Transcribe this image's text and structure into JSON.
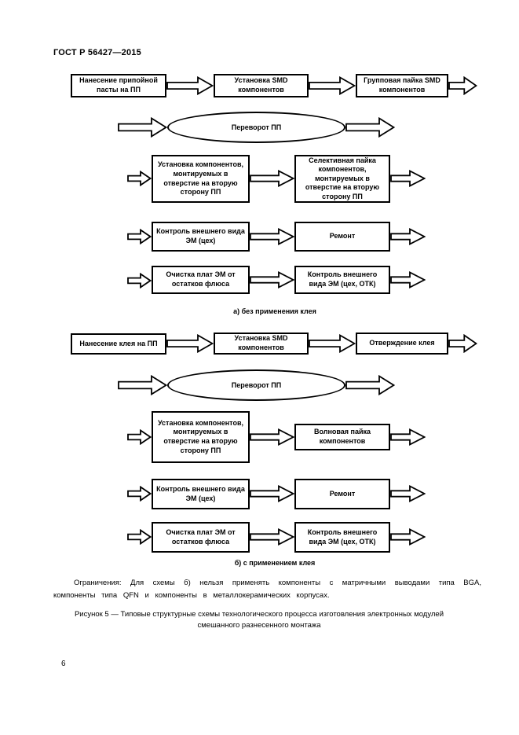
{
  "page": {
    "header": "ГОСТ Р 56427—2015",
    "page_number": "6"
  },
  "scheme_a": {
    "steps": {
      "solder_paste": "Нанесение припойной пасты на ПП",
      "smd_install": "Установка SMD компонентов",
      "group_solder": "Групповая пайка SMD компонентов",
      "flip": "Переворот ПП",
      "tht_install": "Установка компонентов, монтируемых в отверстие на вторую сторону ПП",
      "selective_solder": "Селективная пайка компонентов, монтируемых в отверстие на вторую сторону ПП",
      "inspect_shop": "Контроль внешнего вида ЭМ (цех)",
      "repair": "Ремонт",
      "clean": "Очистка плат ЭМ от остатков флюса",
      "inspect_otk": "Контроль внешнего вида ЭМ (цех, ОТК)"
    },
    "caption": "а) без применения клея"
  },
  "scheme_b": {
    "steps": {
      "glue_apply": "Нанесение клея на ПП",
      "smd_install": "Установка SMD компонентов",
      "glue_cure": "Отверждение клея",
      "flip": "Переворот ПП",
      "tht_install": "Установка компонентов, монтируемых в отверстие на вторую сторону ПП",
      "wave_solder": "Волновая пайка компонентов",
      "inspect_shop": "Контроль внешнего вида ЭМ (цех)",
      "repair": "Ремонт",
      "clean": "Очистка плат ЭМ от остатков флюса",
      "inspect_otk": "Контроль внешнего вида ЭМ (цех, ОТК)"
    },
    "caption": "б) с применением клея"
  },
  "notes": {
    "restrictions": "Ограничения: Для схемы б) нельзя применять компоненты с матричными выводами типа BGA, компоненты типа QFN и компоненты в металлокерамических корпусах.",
    "figure_caption": "Рисунок 5 — Типовые структурные схемы технологического процесса изготовления электронных модулей смешанного разнесенного монтажа"
  }
}
